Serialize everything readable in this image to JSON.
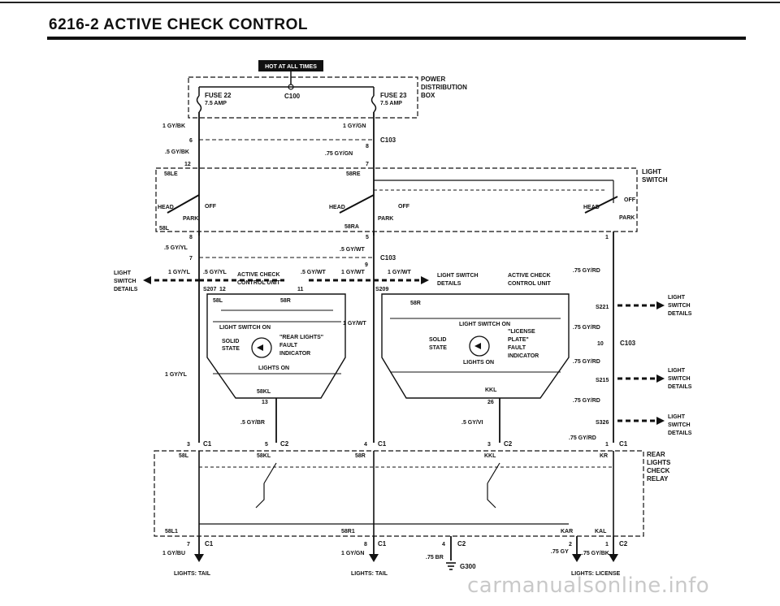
{
  "header": {
    "title": "6216-2 ACTIVE CHECK CONTROL"
  },
  "diagram": {
    "hot_banner": "HOT AT ALL TIMES",
    "fuse22": "FUSE 22",
    "fuse22_amp": "7.5 AMP",
    "fuse23": "FUSE 23",
    "fuse23_amp": "7.5 AMP",
    "c100": "C100",
    "pdb": [
      "POWER",
      "DISTRIBUTION",
      "BOX"
    ],
    "w_1gybk": "1 GY/BK",
    "w_1gygn": "1 GY/GN",
    "p6": "6",
    "p8a": "8",
    "c103": "C103",
    "w_5gybk": ".5 GY/BK",
    "w_75gygn": ".75 GY/GN",
    "p12": "12",
    "p7a": "7",
    "t58le": "58LE",
    "t58re": "58RE",
    "light_switch": [
      "LIGHT",
      "SWITCH"
    ],
    "head": "HEAD",
    "off": "OFF",
    "park": "PARK",
    "t58l": "58L",
    "t58ra": "58RA",
    "p8b": "8",
    "p5": "5",
    "p1a": "1",
    "w_5gyyl": ".5 GY/YL",
    "w_5gywt": ".5 GY/WT",
    "p7b": "7",
    "p9": "9",
    "c103b": "C103",
    "left_ref": [
      "LIGHT",
      "SWITCH",
      "DETAILS"
    ],
    "w_1gyyl": "1 GY/YL",
    "w_5gyyl2": ".5 GY/YL",
    "acu": [
      "ACTIVE CHECK",
      "CONTROL UNIT"
    ],
    "w_5gywt2": ".5 GY/WT",
    "w_1gywt": "1 GY/WT",
    "w_1gywt2": "1 GY/WT",
    "s207": "S207",
    "p12b": "12",
    "p11": "11",
    "s209": "S209",
    "ls_details": [
      "LIGHT SWITCH",
      "DETAILS"
    ],
    "acu2": [
      "ACTIVE CHECK",
      "CONTROL UNIT"
    ],
    "w_75gyrd": ".75 GY/RD",
    "t58l2": "58L",
    "t58r2": "58R",
    "t58r3": "58R",
    "lights_switch_on": "LIGHT SWITCH ON",
    "solid_state": [
      "SOLID",
      "STATE"
    ],
    "rear_lights": [
      "\"REAR LIGHTS\"",
      "FAULT",
      "INDICATOR"
    ],
    "lights_on": "LIGHTS ON",
    "license_plate": [
      "\"LICENSE",
      "PLATE\"",
      "FAULT",
      "INDICATOR"
    ],
    "t58kl": "58KL",
    "tkkl": "KKL",
    "p13": "13",
    "p26": "26",
    "w_5gybr": ".5 GY/BR",
    "w_5gyvi": ".5 GY/VI",
    "s221": "S221",
    "s215": "S215",
    "s326": "S326",
    "p10": "10",
    "c103c": "C103",
    "right_ref": [
      "LIGHT",
      "SWITCH",
      "DETAILS"
    ],
    "c1": "C1",
    "c2": "C2",
    "p3": "3",
    "p5b": "5",
    "p4": "4",
    "p3b": "3",
    "p1b": "1",
    "rlcr": [
      "REAR",
      "LIGHTS",
      "CHECK",
      "RELAY"
    ],
    "t58l3": "58L",
    "t58kl2": "58KL",
    "t58r4": "58R",
    "tkkl2": "KKL",
    "tkr": "KR",
    "t58l1": "58L1",
    "t58r1": "58R1",
    "tkar": "KAR",
    "tkal": "KAL",
    "p7c": "7",
    "p8c": "8",
    "p4b": "4",
    "p2": "2",
    "p1c": "1",
    "w_1gybu": "1 GY/BU",
    "w_1gygn2": "1 GY/GN",
    "w_75br": ".75 BR",
    "w_75gy": ".75 GY",
    "w_75gybk": ".75 GY/BK",
    "g300": "G300",
    "lights_tail1": "LIGHTS: TAIL",
    "lights_tail2": "LIGHTS: TAIL",
    "lights_license": "LIGHTS: LICENSE",
    "watermark": "carmanualsonline.info"
  }
}
